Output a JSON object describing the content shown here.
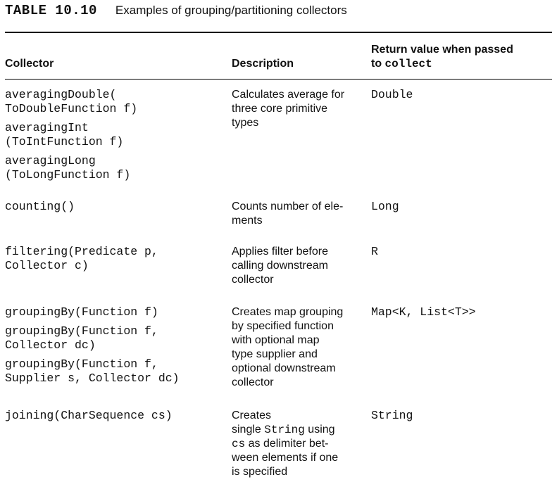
{
  "caption": {
    "number": "TABLE 10.10",
    "title": "Examples of grouping/partitioning collectors"
  },
  "headers": {
    "collector": "Collector",
    "description": "Description",
    "return_line1": "Return value when passed",
    "return_line2_prefix": "to ",
    "return_line2_code": "collect"
  },
  "rows": [
    {
      "collector": [
        "averagingDouble(\nToDoubleFunction f)",
        "averagingInt\n(ToIntFunction f)",
        "averagingLong\n(ToLongFunction f)"
      ],
      "description": [
        "Calculates average for",
        "three core primitive",
        "types"
      ],
      "return": "Double"
    },
    {
      "collector": [
        "counting()"
      ],
      "description": [
        "Counts number of ele-",
        "ments"
      ],
      "return": "Long"
    },
    {
      "collector": [
        "filtering(Predicate p,\nCollector c)"
      ],
      "description": [
        "Applies filter before",
        "calling downstream",
        "collector"
      ],
      "return": "R"
    },
    {
      "collector": [
        "groupingBy(Function f)",
        "groupingBy(Function f,\nCollector dc)",
        "groupingBy(Function f,\nSupplier s, Collector dc)"
      ],
      "description": [
        "Creates map grouping",
        "by specified function",
        "with optional map",
        "type supplier and",
        "optional downstream",
        "collector"
      ],
      "return": "Map<K, List<T>>"
    },
    {
      "collector": [
        "joining(CharSequence cs)"
      ],
      "description": [
        "Creates",
        "single |String| using",
        "|cs| as delimiter bet-",
        "ween elements if one",
        "is specified"
      ],
      "return": "String"
    }
  ]
}
